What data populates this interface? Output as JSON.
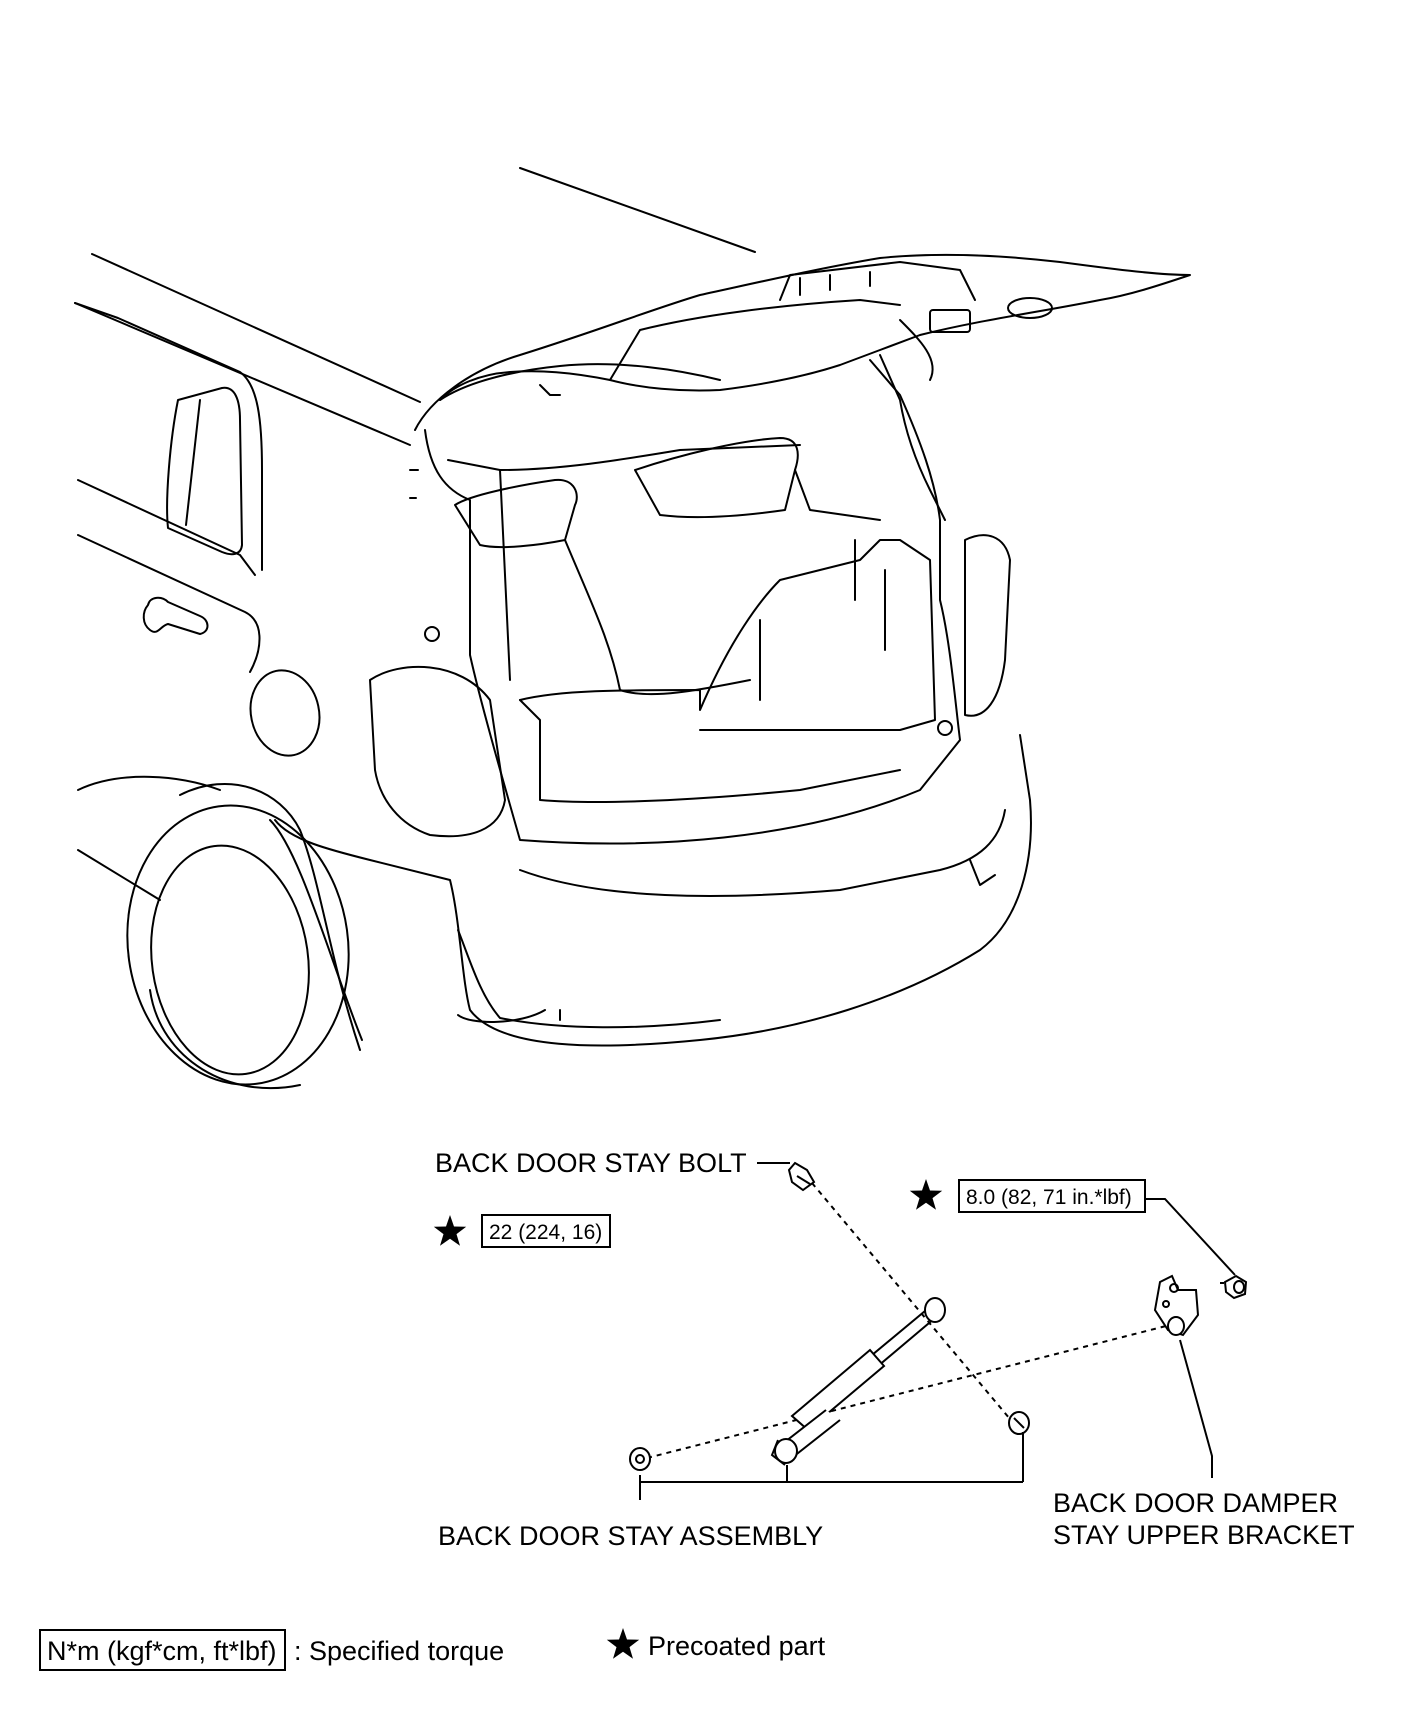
{
  "labels": {
    "stay_bolt": "BACK DOOR STAY BOLT",
    "stay_assembly": "BACK DOOR STAY ASSEMBLY",
    "damper_bracket_line1": "BACK DOOR DAMPER",
    "damper_bracket_line2": "STAY UPPER BRACKET"
  },
  "torques": {
    "stay_bolt": "22 (224, 16)",
    "bracket_bolt": "8.0 (82, 71 in.*lbf)"
  },
  "legend": {
    "torque_box": "N*m (kgf*cm, ft*lbf)",
    "torque_desc": ": Specified torque",
    "precoated_desc": "Precoated part"
  },
  "icons": {
    "precoated": "black-star-icon"
  }
}
